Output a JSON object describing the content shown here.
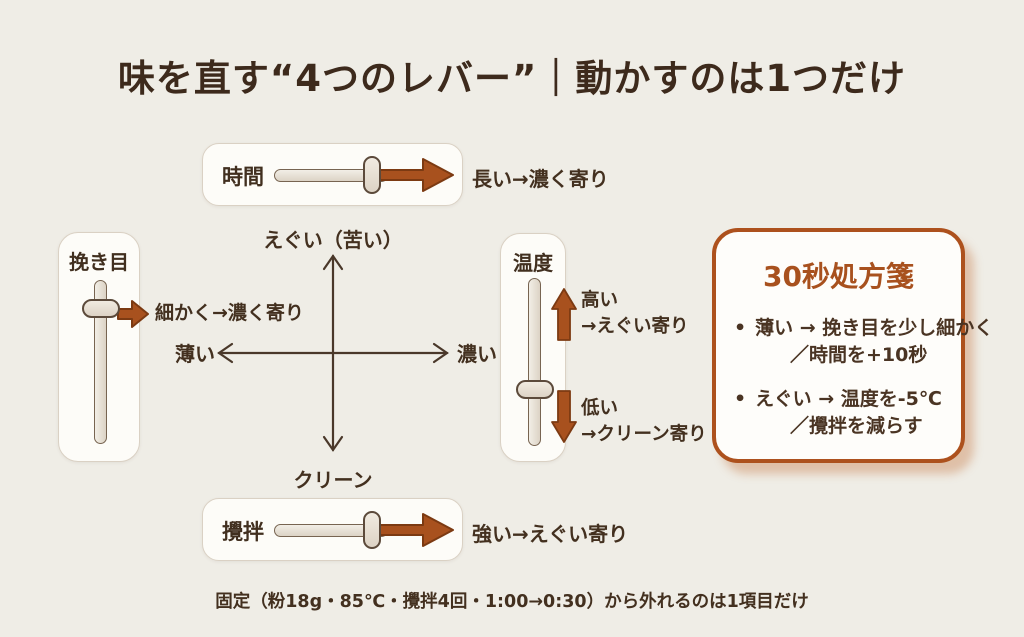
{
  "title": "味を直す“4つのレバー”｜動かすのは1つだけ",
  "sliders": {
    "time": {
      "label": "時間",
      "effect": "長い→濃く寄り"
    },
    "grind": {
      "label": "挽き目",
      "effect": "細かく→濃く寄り"
    },
    "temperature": {
      "label": "温度",
      "up": {
        "line1": "高い",
        "line2": "→えぐい寄り"
      },
      "down": {
        "line1": "低い",
        "line2": "→クリーン寄り"
      }
    },
    "stir": {
      "label": "攪拌",
      "effect": "強い→えぐい寄り"
    }
  },
  "axis": {
    "top": "えぐい（苦い）",
    "bottom": "クリーン",
    "left": "薄い",
    "right": "濃い"
  },
  "prescription": {
    "title": "30秒処方箋",
    "items": [
      {
        "bullet": "•",
        "line1": "薄い → 挽き目を少し細かく",
        "line2": "／時間を+10秒"
      },
      {
        "bullet": "•",
        "line1": "えぐい → 温度を-5℃",
        "line2": "／攪拌を減らす"
      }
    ]
  },
  "footer": "固定（粉18g・85℃・攪拌4回・1:00→0:30）から外れるのは1項目だけ",
  "colors": {
    "background": "#efede6",
    "card": "#fdfcf8",
    "accent_rust": "#a8511e",
    "text_dark": "#43301f",
    "rx_border": "#ad511d",
    "rx_shadow": "#e2c2ac"
  }
}
